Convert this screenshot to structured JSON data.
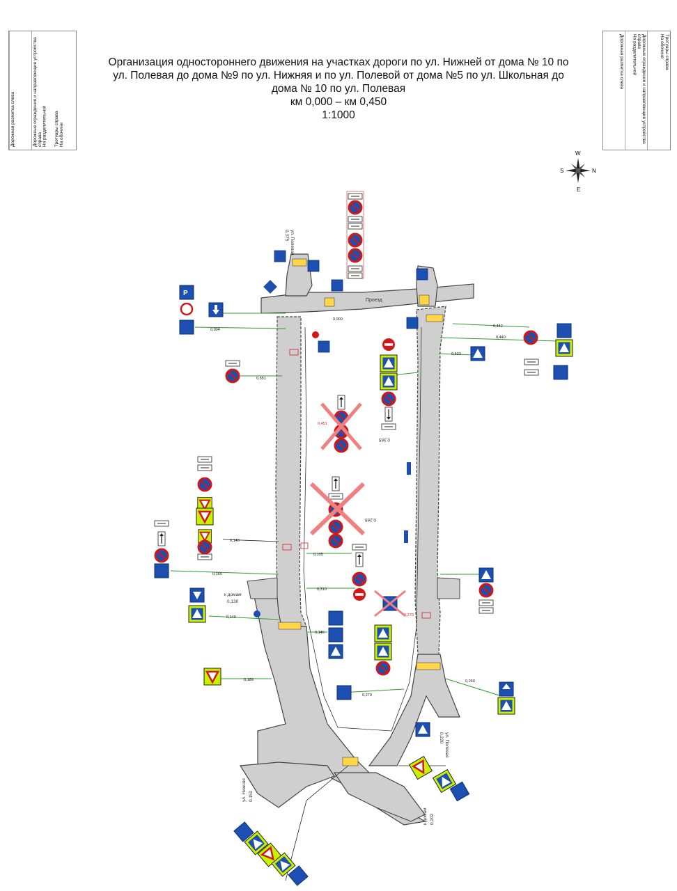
{
  "title": {
    "line1": "Организация одностороннего движения на участках дороги по ул. Нижней от дома № 10 по",
    "line2": "ул. Полевая до дома №9 по ул. Нижняя и по ул. Полевой от дома №5 по ул. Школьная до",
    "line3": "дома № 10 по ул. Полевая",
    "line4": "км 0,000 – км 0,450",
    "line5": "1:1000"
  },
  "legend_left": {
    "col1": "Дорожная разметка слева",
    "col2a": "Дорожные ограждения и направляющие устройства справа",
    "col2b": "На разделительной",
    "col3": "Тротуары справа",
    "col3b": "На обочине"
  },
  "legend_right": {
    "col1": "Тротуары справа",
    "col1b": "На обочине",
    "col2a": "Дорожные ограждения и направляющие устройства справа",
    "col2b": "На разделительной",
    "col3": "Дорожная разметка слева"
  },
  "compass": {
    "n": "N",
    "s": "S",
    "e": "E",
    "w": "W"
  },
  "map": {
    "street_top": "Проезд",
    "street_left_top": "ул. Полевая",
    "street_left_top_km": "0,375",
    "km_mid_right": "0,365",
    "km_mid": "0,265",
    "houses_left": "к домам",
    "houses_left_km": "0,130",
    "street_bottom_left": "ул. Нижняя",
    "street_bottom_left_km": "0,152",
    "street_bottom_right": "к домам",
    "street_bottom_right_km": "0,202",
    "street_right_lower": "ул. Полевая",
    "street_right_lower_km": "0,220"
  },
  "distances": [
    "0,004",
    "0,000",
    "0,442",
    "0,440",
    "0,551",
    "0,451",
    "0,623",
    "0,140",
    "0,146",
    "0,140",
    "0,189",
    "0,270",
    "0,260",
    "0,165",
    "0,310",
    "0,105",
    "0,270"
  ],
  "colors": {
    "road": "#cfcfcf",
    "road_edge": "#444444",
    "dimension_line": "#2e9a2e",
    "cross_out": "#f08080",
    "sign_blue": "#1c4fb0",
    "sign_red": "#d01818",
    "sign_yellow_green": "#c8f000",
    "marking_yellow": "#ffd54a",
    "label_green": "#1fae1f",
    "label_red": "#d02020"
  }
}
